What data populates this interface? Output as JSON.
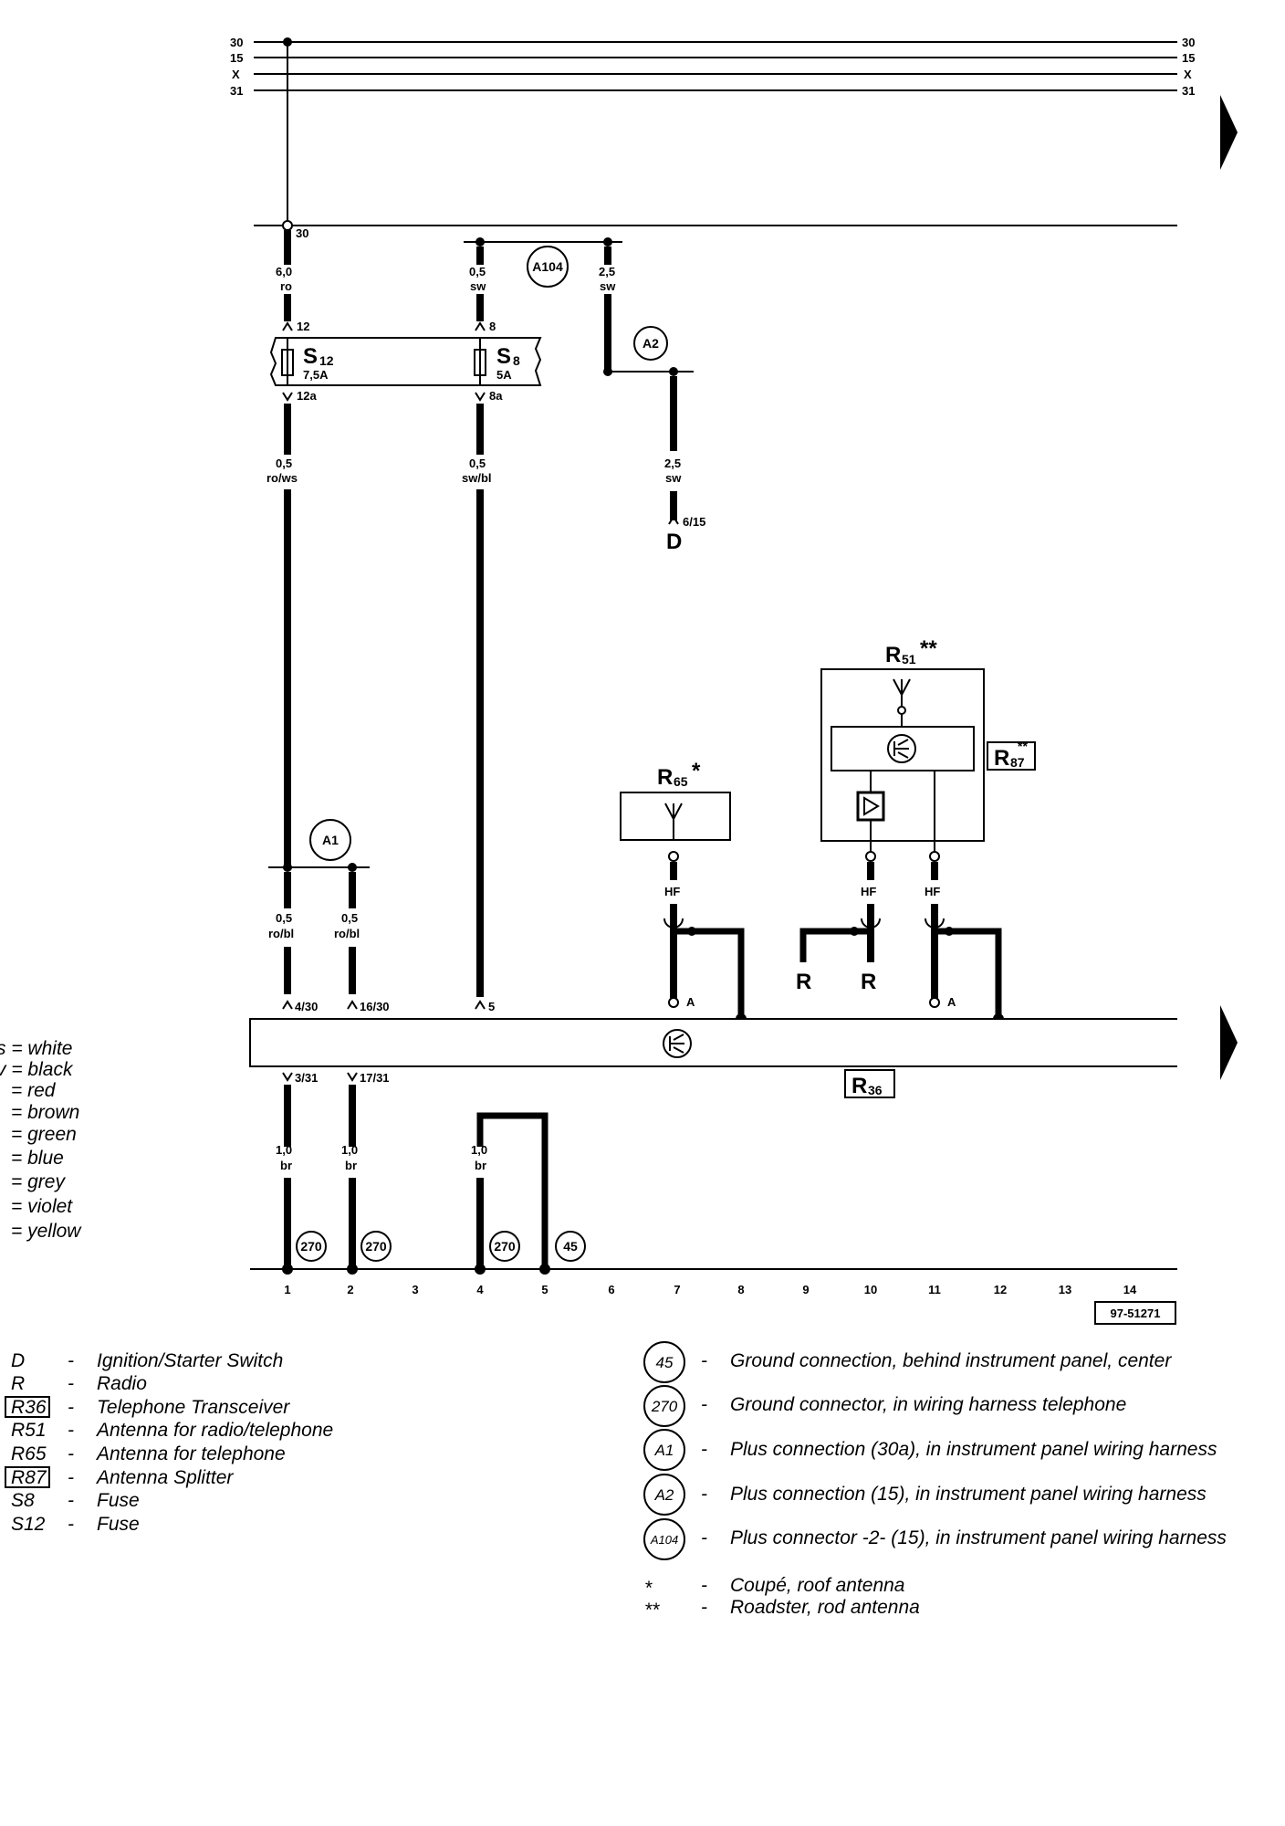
{
  "bus_lines": [
    "30",
    "15",
    "X",
    "31"
  ],
  "terminal_30": "30",
  "wire_labels": {
    "w_s12_top": [
      "6,0",
      "ro"
    ],
    "w_s8_top": [
      "0,5",
      "sw"
    ],
    "w_a104_right": [
      "2,5",
      "sw"
    ],
    "w_s12_bot": [
      "0,5",
      "ro/ws"
    ],
    "w_s8_bot": [
      "0,5",
      "sw/bl"
    ],
    "w_d": [
      "2,5",
      "sw"
    ],
    "w_r36_4": [
      "0,5",
      "ro/bl"
    ],
    "w_r36_16": [
      "0,5",
      "ro/bl"
    ],
    "w_gnd_1": [
      "1,0",
      "br"
    ],
    "w_gnd_2": [
      "1,0",
      "br"
    ],
    "w_gnd_4": [
      "1,0",
      "br"
    ]
  },
  "fuses": {
    "s12": {
      "name": "S",
      "sub": "12",
      "rating": "7,5A",
      "pin_in": "12",
      "pin_out": "12a"
    },
    "s8": {
      "name": "S",
      "sub": "8",
      "rating": "5A",
      "pin_in": "8",
      "pin_out": "8a"
    }
  },
  "connection_points": {
    "a104": "A104",
    "a2": "A2",
    "a1": "A1",
    "g270a": "270",
    "g270b": "270",
    "g270c": "270",
    "g45": "45"
  },
  "switch_d": {
    "label": "D",
    "pin": "6/15"
  },
  "antennas": {
    "r65": {
      "name": "R",
      "sub": "65",
      "mark": "*"
    },
    "r51": {
      "name": "R",
      "sub": "51",
      "mark": "**"
    },
    "r87": {
      "name": "R",
      "sub": "87",
      "mark": "**"
    }
  },
  "hf_labels": [
    "HF",
    "HF",
    "HF"
  ],
  "pin_a_labels": [
    "A",
    "A"
  ],
  "radio_refs": [
    "R",
    "R"
  ],
  "transceiver": {
    "name": "R",
    "sub": "36",
    "pins": [
      "4/30",
      "16/30",
      "5",
      "3/31",
      "17/31"
    ]
  },
  "track_numbers": [
    "1",
    "2",
    "3",
    "4",
    "5",
    "6",
    "7",
    "8",
    "9",
    "10",
    "11",
    "12",
    "13",
    "14"
  ],
  "diagram_id": "97-51271",
  "color_key": [
    "s = white",
    "v = black",
    "= red",
    "= brown",
    "= green",
    "= blue",
    "= grey",
    "= violet",
    "= yellow"
  ],
  "components": [
    {
      "code": "D",
      "desc": "Ignition/Starter Switch",
      "boxed": false
    },
    {
      "code": "R",
      "desc": "Radio",
      "boxed": false
    },
    {
      "code": "R36",
      "desc": "Telephone Transceiver",
      "boxed": true
    },
    {
      "code": "R51",
      "desc": "Antenna for radio/telephone",
      "boxed": false
    },
    {
      "code": "R65",
      "desc": "Antenna for telephone",
      "boxed": false
    },
    {
      "code": "R87",
      "desc": "Antenna Splitter",
      "boxed": true
    },
    {
      "code": "S8",
      "desc": "Fuse",
      "boxed": false
    },
    {
      "code": "S12",
      "desc": "Fuse",
      "boxed": false
    }
  ],
  "connections": [
    {
      "code": "45",
      "desc": "Ground connection, behind instrument panel, center"
    },
    {
      "code": "270",
      "desc": "Ground connector, in wiring harness telephone"
    },
    {
      "code": "A1",
      "desc": "Plus connection (30a), in instrument panel wiring harness"
    },
    {
      "code": "A2",
      "desc": "Plus connection (15), in instrument panel wiring harness"
    },
    {
      "code": "A104",
      "desc": "Plus connector -2- (15), in instrument panel wiring harness"
    }
  ],
  "footnotes": [
    {
      "mark": "*",
      "desc": "Coupé, roof antenna"
    },
    {
      "mark": "**",
      "desc": "Roadster, rod antenna"
    }
  ]
}
